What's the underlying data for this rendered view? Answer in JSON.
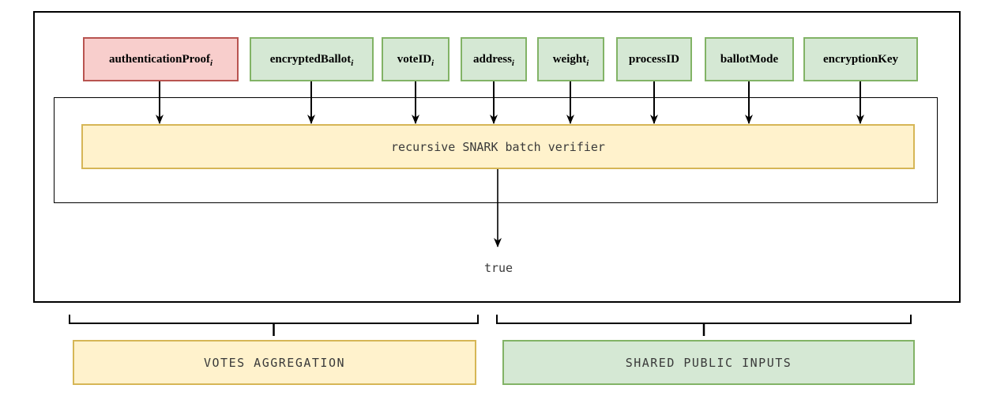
{
  "diagram": {
    "title_semantics": "recursive SNARK batch verifier diagram",
    "inputs": [
      {
        "label": "authenticationProof",
        "subscript": "i",
        "kind": "red"
      },
      {
        "label": "encryptedBallot",
        "subscript": "i",
        "kind": "green"
      },
      {
        "label": "voteID",
        "subscript": "i",
        "kind": "green"
      },
      {
        "label": "address",
        "subscript": "i",
        "kind": "green"
      },
      {
        "label": "weight",
        "subscript": "i",
        "kind": "green"
      },
      {
        "label": "processID",
        "subscript": "",
        "kind": "green"
      },
      {
        "label": "ballotMode",
        "subscript": "",
        "kind": "green"
      },
      {
        "label": "encryptionKey",
        "subscript": "",
        "kind": "green"
      }
    ],
    "verifier": {
      "label": "recursive SNARK batch verifier"
    },
    "output": {
      "label": "true"
    },
    "groups": {
      "votes": {
        "label": "VOTES AGGREGATION"
      },
      "shared": {
        "label": "SHARED PUBLIC INPUTS"
      }
    },
    "colors": {
      "red_fill": "#F8CECC",
      "red_border": "#B85450",
      "green_fill": "#D5E8D4",
      "green_border": "#82B366",
      "yellow_fill": "#FFF2CC",
      "yellow_border": "#D6B656",
      "line": "#000000",
      "mono_text": "#3A3A3A"
    }
  }
}
